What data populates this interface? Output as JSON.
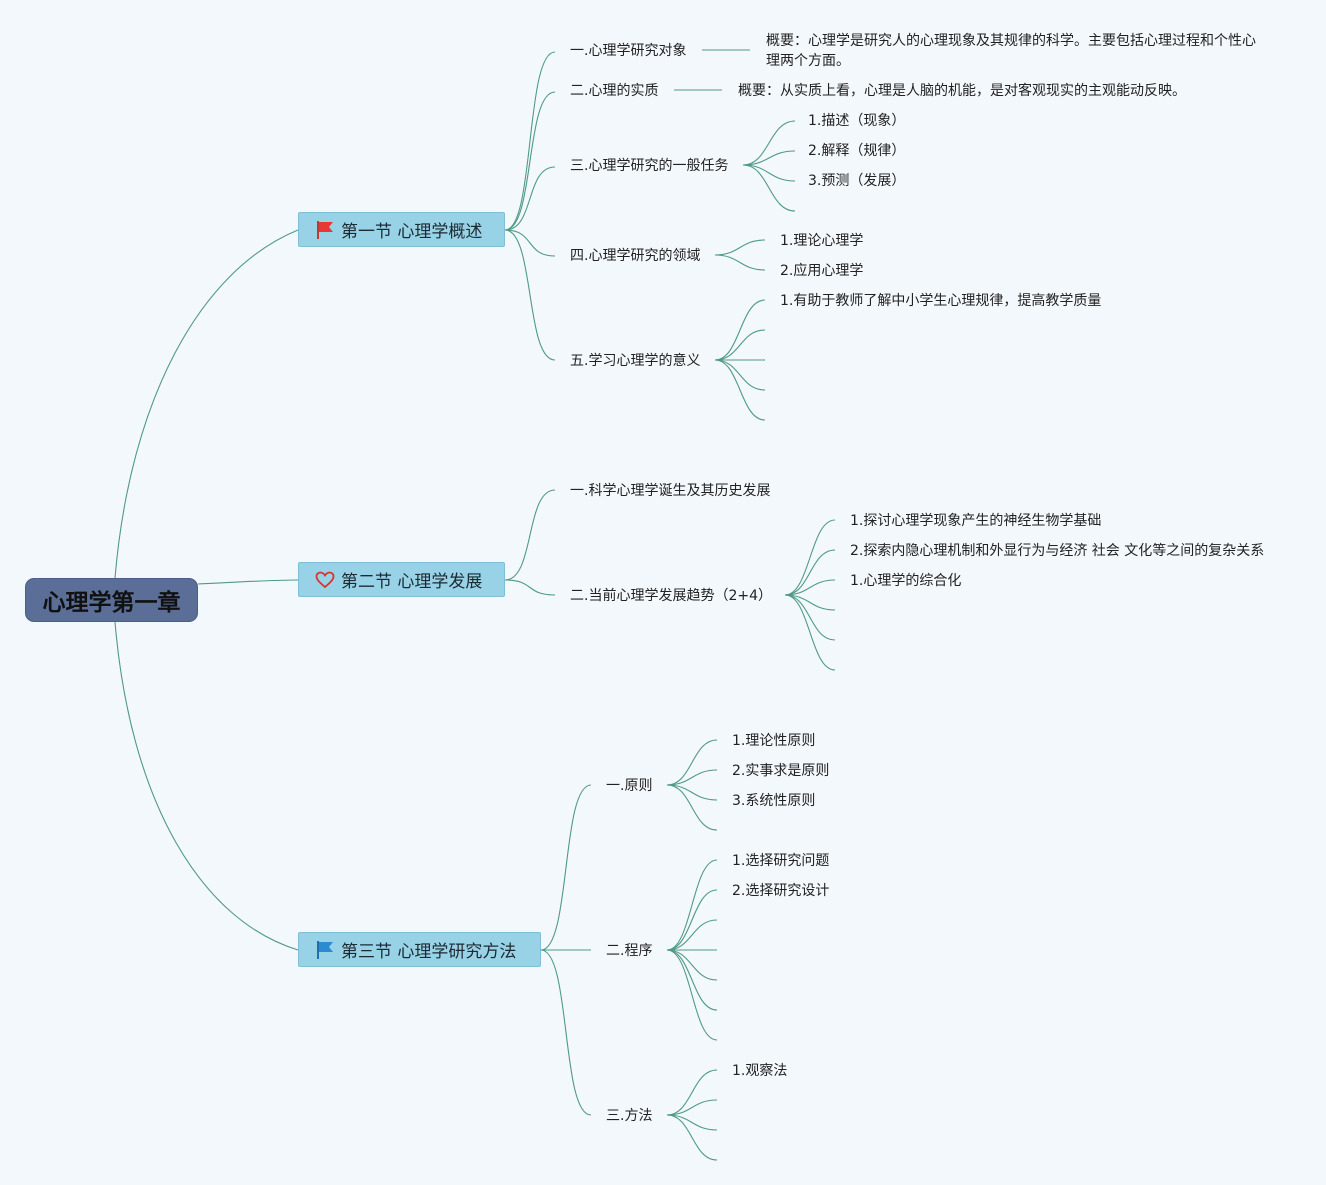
{
  "root": {
    "label": "心理学第一章"
  },
  "sections": [
    {
      "label": "第一节 心理学概述",
      "icon": "red-flag-icon",
      "topics": [
        {
          "label": "一.心理学研究对象",
          "note": "概要：心理学是研究人的心理现象及其规律的科学。主要包括心理过程和个性心理两个方面。"
        },
        {
          "label": "二.心理的实质",
          "note": "概要：从实质上看，心理是人脑的机能，是对客观现实的主观能动反映。"
        },
        {
          "label": "三.心理学研究的一般任务",
          "items": [
            "1.描述（现象）",
            "2.解释（规律）",
            "3.预测（发展）"
          ]
        },
        {
          "label": "四.心理学研究的领域",
          "items": [
            "1.理论心理学",
            "2.应用心理学"
          ]
        },
        {
          "label": "五.学习心理学的意义",
          "items": [
            "1.有助于教师了解中小学生心理规律，提高教学质量"
          ]
        }
      ]
    },
    {
      "label": "第二节 心理学发展",
      "icon": "heart-icon",
      "topics": [
        {
          "label": "一.科学心理学诞生及其历史发展"
        },
        {
          "label": "二.当前心理学发展趋势（2+4）",
          "items": [
            "1.探讨心理学现象产生的神经生物学基础",
            "2.探索内隐心理机制和外显行为与经济 社会 文化等之间的复杂关系",
            "1.心理学的综合化"
          ]
        }
      ]
    },
    {
      "label": "第三节 心理学研究方法",
      "icon": "blue-flag-icon",
      "topics": [
        {
          "label": "一.原则",
          "items": [
            "1.理论性原则",
            "2.实事求是原则",
            "3.系统性原则"
          ]
        },
        {
          "label": "二.程序",
          "items": [
            "1.选择研究问题",
            "2.选择研究设计"
          ]
        },
        {
          "label": "三.方法",
          "items": [
            "1.观察法"
          ]
        }
      ]
    }
  ],
  "colors": {
    "background": "#f3f8fd",
    "root": "#5a6e97",
    "section": "#98d2e6",
    "line": "#4f9a86"
  }
}
